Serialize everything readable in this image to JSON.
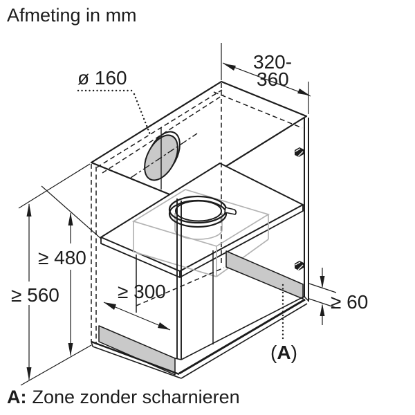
{
  "title": "Afmeting in mm",
  "caption": {
    "marker": "A:",
    "text": "Zone zonder scharnieren"
  },
  "dims": {
    "hole_diameter": "ø 160",
    "depth_line1": "320-",
    "depth_line2": "360",
    "inner_height": "≥ 480",
    "total_height": "≥ 560",
    "bottom_clearance": "≥ 300",
    "side_clearance": "≥ 60",
    "zone_open": "(",
    "zone_letter": "A",
    "zone_close": ")"
  },
  "colors": {
    "background": "#ffffff",
    "line": "#1c1c1c",
    "zone_fill": "#c9c9c9",
    "appliance_line": "#b3b3b3"
  }
}
